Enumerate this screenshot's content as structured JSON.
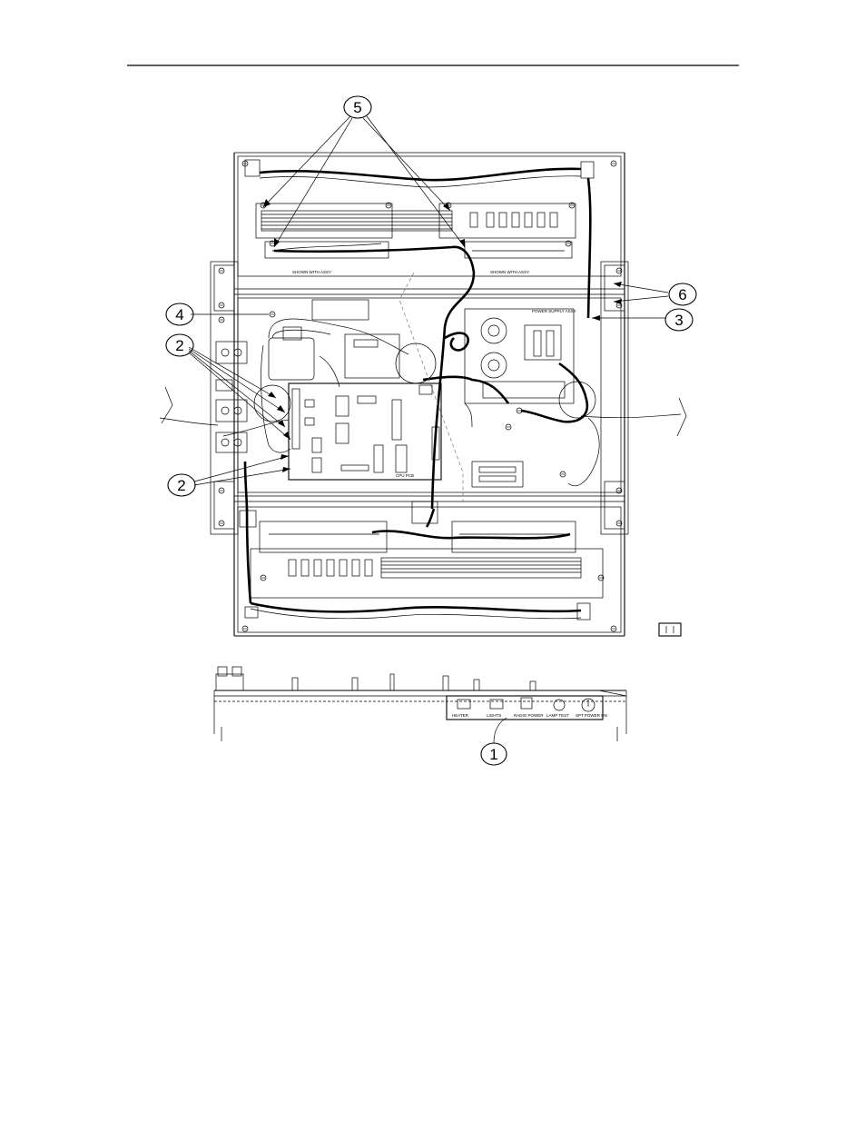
{
  "callouts": [
    {
      "id": "1",
      "label": "1"
    },
    {
      "id": "2a",
      "label": "2"
    },
    {
      "id": "2b",
      "label": "2"
    },
    {
      "id": "3",
      "label": "3"
    },
    {
      "id": "4",
      "label": "4"
    },
    {
      "id": "5",
      "label": "5"
    },
    {
      "id": "6",
      "label": "6"
    }
  ],
  "side_panel": {
    "labels": [
      "HEATER",
      "LIGHTS",
      "RADIO POWER",
      "LAMP TEST",
      "SPT POWER ON"
    ]
  },
  "board_markings": {
    "upper_left_card": "SHOWN WITH ASSY",
    "upper_right_card": "SHOWN WITH ASSY",
    "power_supply": "POWER SUPPLY ASSY",
    "cpu_board": "CPU PCB"
  },
  "colors": {
    "ink": "#000000",
    "paper": "#ffffff"
  }
}
